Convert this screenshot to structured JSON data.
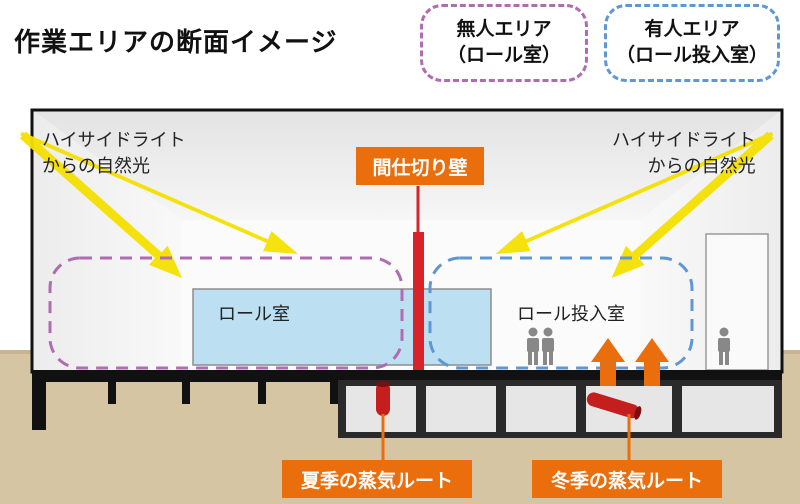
{
  "title": "作業エリアの断面イメージ",
  "legend": {
    "unmanned": {
      "line1": "無人エリア",
      "line2": "（ロール室）",
      "color": "#b06cb0"
    },
    "manned": {
      "line1": "有人エリア",
      "line2": "（ロール投入室）",
      "color": "#5f97d4"
    }
  },
  "labels": {
    "light_left": {
      "line1": "ハイサイドライト",
      "line2": "からの自然光"
    },
    "light_right": {
      "line1": "ハイサイドライト",
      "line2": "からの自然光"
    },
    "partition": "間仕切り壁",
    "roll_room": "ロール室",
    "input_room": "ロール投入室",
    "summer_steam": "夏季の蒸気ルート",
    "winter_steam": "冬季の蒸気ルート"
  },
  "colors": {
    "accent_orange": "#ea6e0c",
    "light_yellow": "#f5e000",
    "partition_red": "#d9232a",
    "pipe_red": "#c41e1e",
    "room_blue": "#bcdff2",
    "ground": "#d6c5a3"
  }
}
